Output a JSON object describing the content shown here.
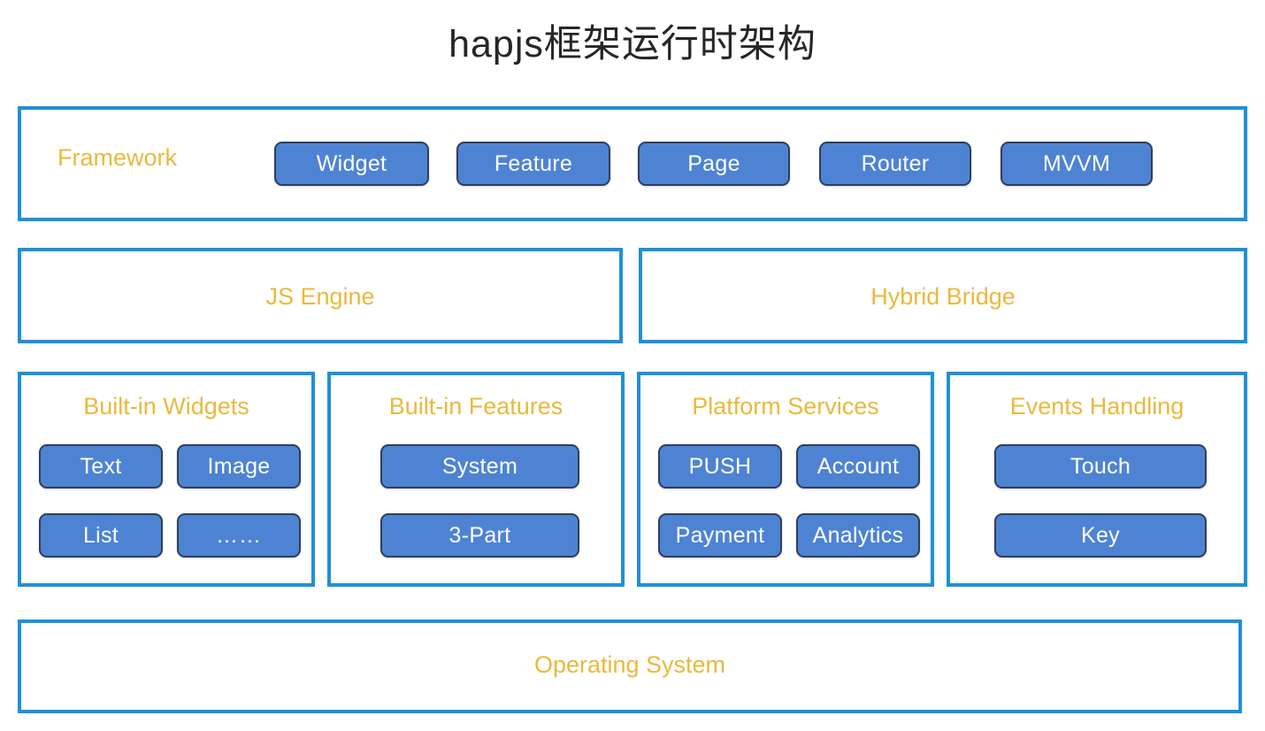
{
  "title": "hapjs框架运行时架构",
  "colors": {
    "box_border": "#2090d8",
    "label_gold": "#eab93d",
    "node_fill": "#4e83d3",
    "node_border": "#2f3f5b",
    "node_text": "#ffffff",
    "title_text": "#262626",
    "background": "#ffffff"
  },
  "layers": {
    "framework": {
      "label": "Framework",
      "nodes": [
        {
          "label": "Widget"
        },
        {
          "label": "Feature"
        },
        {
          "label": "Page"
        },
        {
          "label": "Router"
        },
        {
          "label": "MVVM"
        }
      ]
    },
    "engines": [
      {
        "label": "JS Engine"
      },
      {
        "label": "Hybrid Bridge"
      }
    ],
    "groups": [
      {
        "title": "Built-in Widgets",
        "nodes": [
          {
            "label": "Text"
          },
          {
            "label": "Image"
          },
          {
            "label": "List"
          },
          {
            "label": "……"
          }
        ]
      },
      {
        "title": "Built-in Features",
        "nodes": [
          {
            "label": "System"
          },
          {
            "label": "3-Part"
          }
        ]
      },
      {
        "title": "Platform Services",
        "nodes": [
          {
            "label": "PUSH"
          },
          {
            "label": "Account"
          },
          {
            "label": "Payment"
          },
          {
            "label": "Analytics"
          }
        ]
      },
      {
        "title": "Events Handling",
        "nodes": [
          {
            "label": "Touch"
          },
          {
            "label": "Key"
          }
        ]
      }
    ],
    "operating_system": {
      "label": "Operating System"
    }
  }
}
